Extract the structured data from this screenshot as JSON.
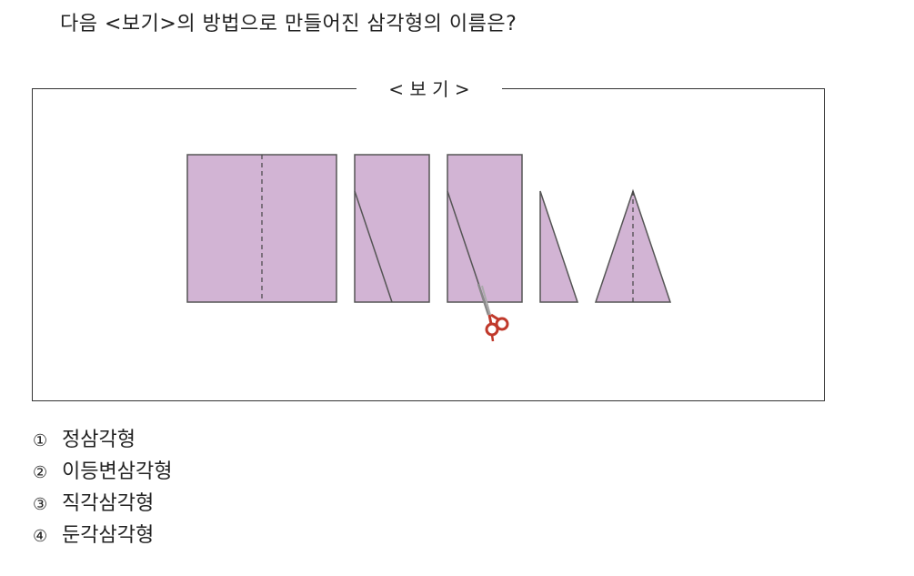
{
  "question": {
    "text": "다음 <보기>의 방법으로 만들어진 삼각형의 이름은?"
  },
  "example": {
    "title": "< 보 기 >",
    "colors": {
      "paper_fill": "#d2b4d4",
      "paper_stroke": "#555555",
      "scissor_handle": "#c0392b",
      "scissor_blade": "#888888"
    }
  },
  "choices": [
    {
      "num": "①",
      "label": "정삼각형"
    },
    {
      "num": "②",
      "label": "이등변삼각형"
    },
    {
      "num": "③",
      "label": "직각삼각형"
    },
    {
      "num": "④",
      "label": "둔각삼각형"
    }
  ]
}
